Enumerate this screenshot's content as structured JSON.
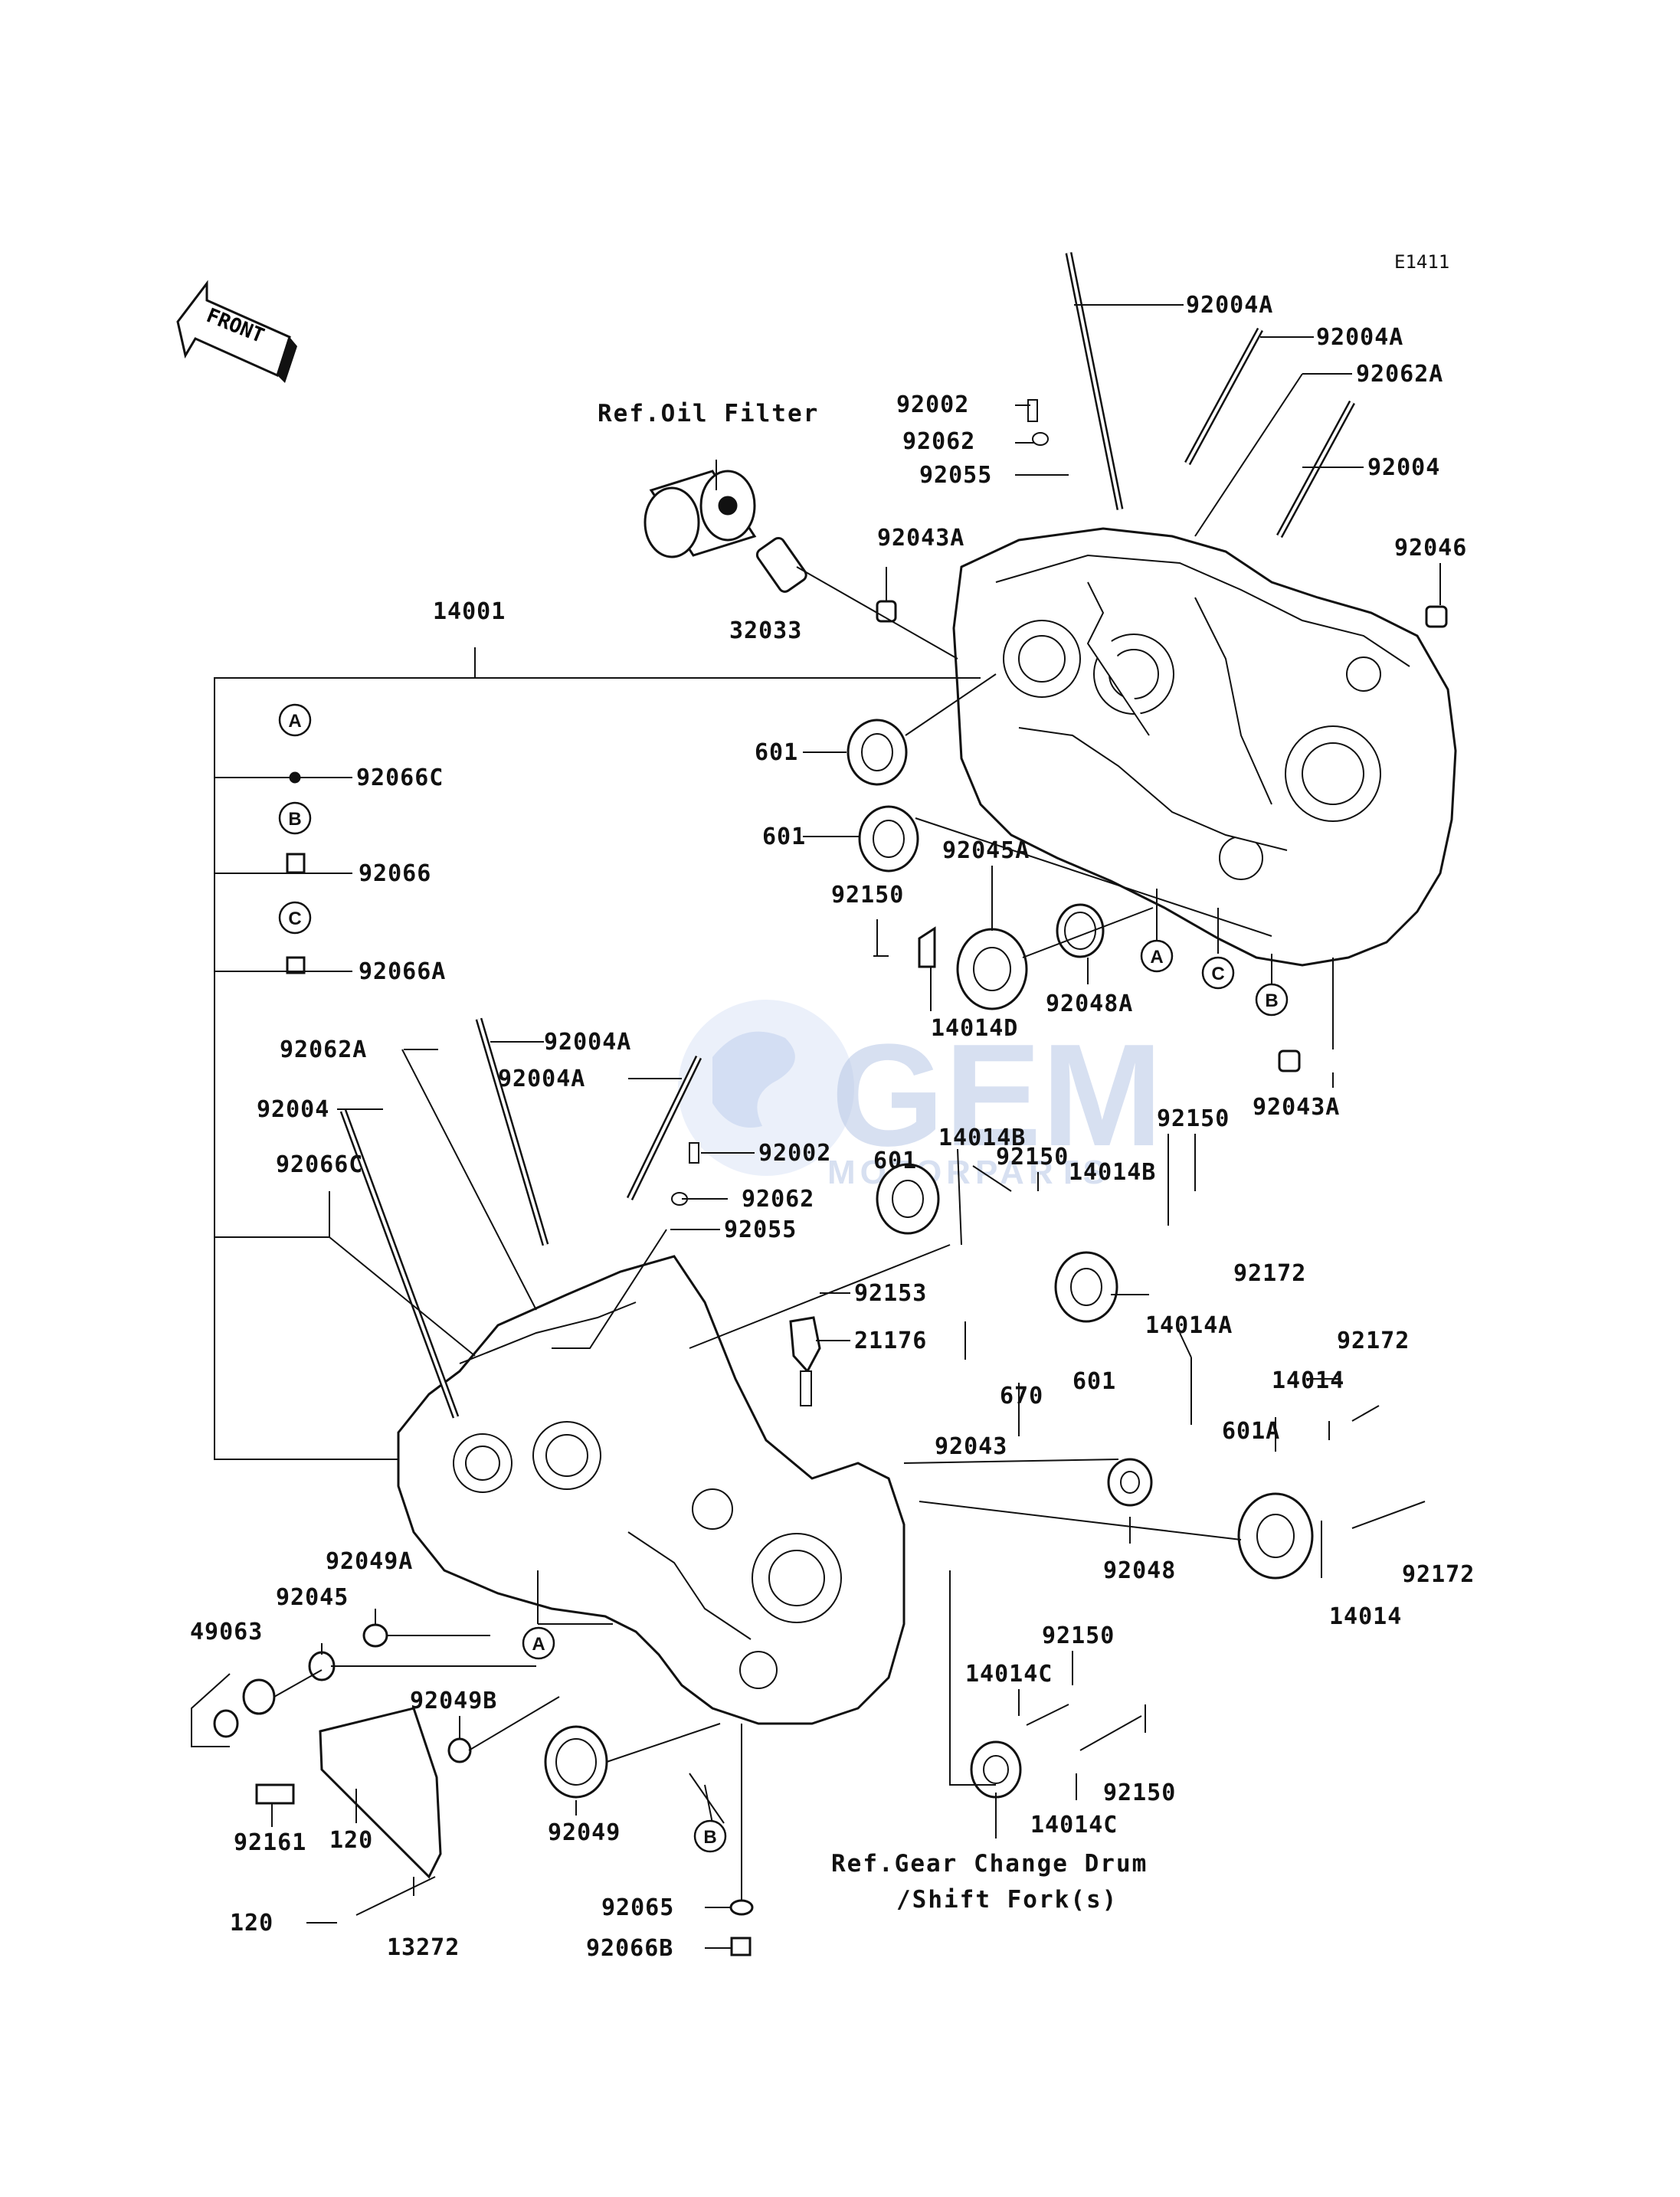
{
  "diagram_code": "E1411",
  "front_label": "FRONT",
  "watermark": {
    "brand": "GEM",
    "sub": "MOTORPARTS"
  },
  "refs": {
    "oil_filter": "Ref.Oil Filter",
    "gear_change_line1": "Ref.Gear Change Drum",
    "gear_change_line2": "/Shift Fork(s)"
  },
  "callouts": {
    "a": "A",
    "b": "B",
    "c": "C"
  },
  "parts": {
    "p92004A_1": "92004A",
    "p92004A_2": "92004A",
    "p92062A_1": "92062A",
    "p92004_1": "92004",
    "p92002_1": "92002",
    "p92062_1": "92062",
    "p92055_1": "92055",
    "p92046": "92046",
    "p92043A_1": "92043A",
    "p32033": "32033",
    "p14001": "14001",
    "p92066C_1": "92066C",
    "p92066": "92066",
    "p92066A": "92066A",
    "p601_1": "601",
    "p601_2": "601",
    "p92045A": "92045A",
    "p92150_1": "92150",
    "p14014D": "14014D",
    "p92048A": "92048A",
    "p92043A_2": "92043A",
    "p92062A_2": "92062A",
    "p92004A_3": "92004A",
    "p92004A_4": "92004A",
    "p92004_2": "92004",
    "p92066C_2": "92066C",
    "p14014B_1": "14014B",
    "p92150_2": "92150",
    "p92150_3": "92150",
    "p601_3": "601",
    "p92002_2": "92002",
    "p14014B_2": "14014B",
    "p92062_2": "92062",
    "p92055_2": "92055",
    "p92153": "92153",
    "p21176": "21176",
    "p92172_1": "92172",
    "p14014A": "14014A",
    "p92172_2": "92172",
    "p670": "670",
    "p601_4": "601",
    "p14014_1": "14014",
    "p92043": "92043",
    "p601A": "601A",
    "p92048": "92048",
    "p92172_3": "92172",
    "p14014_2": "14014",
    "p92049A": "92049A",
    "p92045": "92045",
    "p49063": "49063",
    "p92150_4": "92150",
    "p14014C_1": "14014C",
    "p92049B": "92049B",
    "p92150_5": "92150",
    "p14014C_2": "14014C",
    "p92161": "92161",
    "p120_1": "120",
    "p92049": "92049",
    "p120_2": "120",
    "p13272": "13272",
    "p92065": "92065",
    "p92066B": "92066B"
  }
}
